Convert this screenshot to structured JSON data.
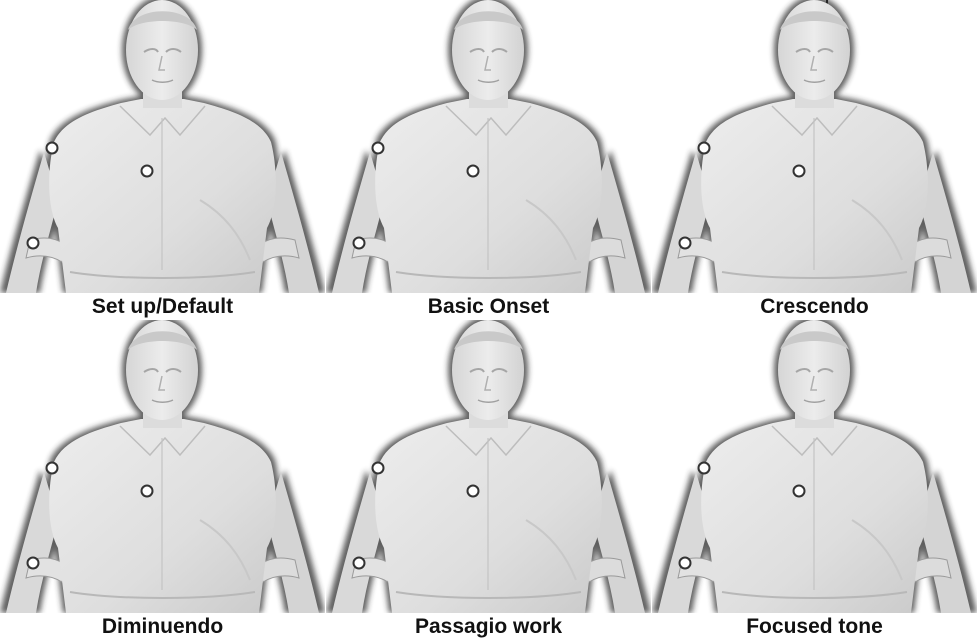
{
  "panels": [
    {
      "caption": "Set up/Default"
    },
    {
      "caption": "Basic Onset"
    },
    {
      "caption": "Crescendo"
    },
    {
      "caption": "Diminuendo"
    },
    {
      "caption": "Passagio work"
    },
    {
      "caption": "Focused tone"
    }
  ],
  "colors": {
    "figure_fill": "#e4e4e4",
    "figure_shade": "#cfcfcf",
    "outline": "#2a2a2a",
    "marker_fill": "#ffffff",
    "caption_text": "#111111"
  }
}
